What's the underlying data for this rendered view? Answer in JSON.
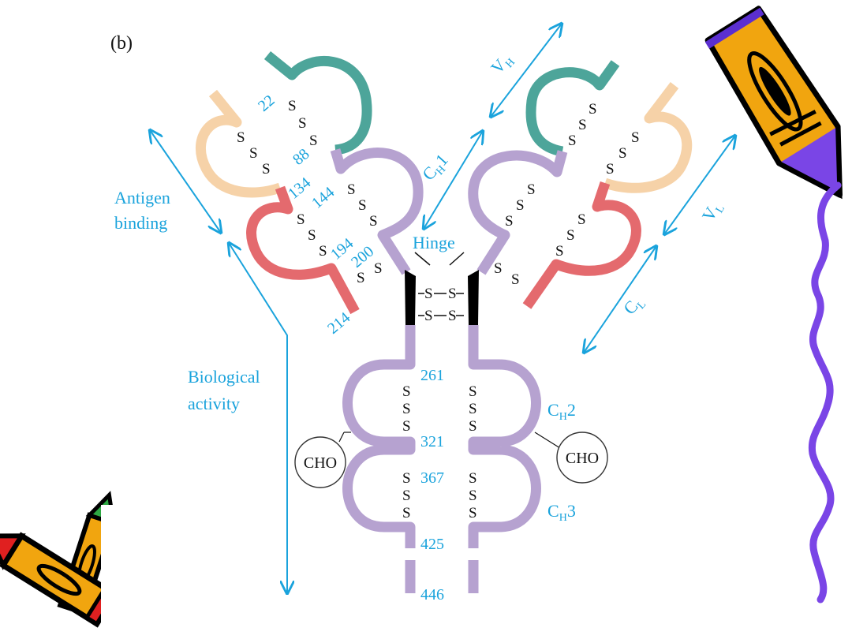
{
  "figure_label": "(b)",
  "colors": {
    "heavy_variable": "#4da59a",
    "light_variable": "#f6d2a8",
    "light_constant": "#e46a6e",
    "heavy_constant": "#b6a2d0",
    "hinge": "#000000",
    "annotation": "#1aa3dc",
    "squiggle": "#7a45e6"
  },
  "labels": {
    "antigen_line1": "Antigen",
    "antigen_line2": "binding",
    "biological_line1": "Biological",
    "biological_line2": "activity",
    "hinge": "Hinge",
    "cho": "CHO"
  },
  "domains": {
    "vh_main": "V",
    "vh_sub": "H",
    "ch1_main": "C",
    "ch1_sub": "H",
    "ch1_suffix": "1",
    "vl_main": "V",
    "vl_sub": "L",
    "cl_main": "C",
    "cl_sub": "L",
    "ch2_main": "C",
    "ch2_sub": "H",
    "ch2_suffix": "2",
    "ch3_main": "C",
    "ch3_sub": "H",
    "ch3_suffix": "3"
  },
  "residues": {
    "r22": "22",
    "r88": "88",
    "r134": "134",
    "r144": "144",
    "r194": "194",
    "r200": "200",
    "r214": "214",
    "r261": "261",
    "r321": "321",
    "r367": "367",
    "r425": "425",
    "r446": "446"
  },
  "bond": {
    "s": "S",
    "dash": "–"
  },
  "icons": [
    "pencil-clipart-icon",
    "crayons-clipart-icon",
    "squiggle-line-icon"
  ]
}
